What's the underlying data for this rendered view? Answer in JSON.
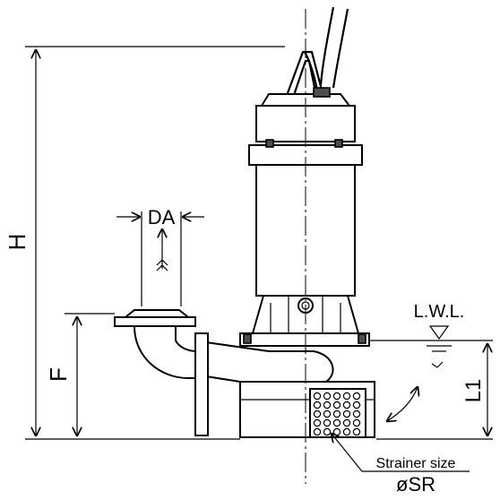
{
  "dimensions": {
    "height": "H",
    "discharge_diameter": "DA",
    "flange_height": "F",
    "low_water_level": "L.W.L.",
    "submergence": "L1",
    "strainer_label": "Strainer size",
    "strainer_symbol": "øSR"
  },
  "colors": {
    "line": "#000000",
    "background": "#ffffff",
    "shade": "#4d4d4d"
  }
}
